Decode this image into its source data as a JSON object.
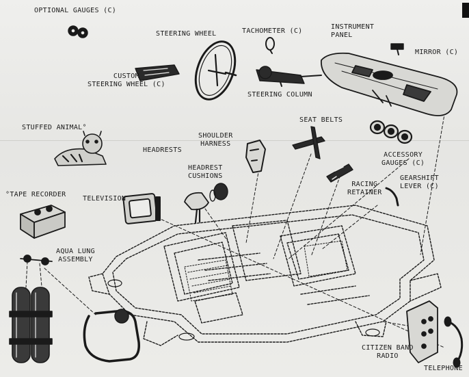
{
  "labels": {
    "optional_gauges": "OPTIONAL GAUGES (C)",
    "steering_wheel": "STEERING WHEEL",
    "tachometer": "TACHOMETER (C)",
    "instrument_panel": "INSTRUMENT\nPANEL",
    "mirror": "MIRROR (C)",
    "custom_steering_wheel": "CUSTOM\nSTEERING WHEEL (C)",
    "steering_column": "STEERING COLUMN",
    "stuffed_animal": "STUFFED ANIMAL°",
    "shoulder_harness": "SHOULDER\nHARNESS",
    "seat_belts": "SEAT BELTS",
    "headrests": "HEADRESTS",
    "headrest_cushions": "HEADREST\nCUSHIONS",
    "accessory_gauges": "ACCESSORY\nGAUGES (C)",
    "tape_recorder": "°TAPE RECORDER",
    "television": "TELEVISION",
    "racing_retainer": "RACING\nRETAINER",
    "gearshift_lever": "GEARSHIFT\nLEVER (C)",
    "aqua_lung": "AQUA LUNG\nASSEMBLY",
    "citizen_band_radio": "CITIZEN BAND\nRADIO",
    "telephone": "TELEPHONE"
  },
  "colors": {
    "ink": "#1a1a1a",
    "paper": "#ececea"
  }
}
